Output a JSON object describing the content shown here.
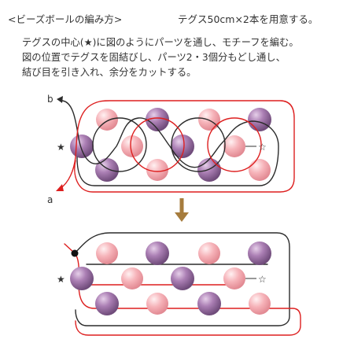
{
  "header": {
    "title": "<ビーズボールの編み方>",
    "spec": "テグス50cm×2本を用意する。"
  },
  "instructions": [
    "テグスの中心(★)に図のようにパーツを通し、モチーフを編む。",
    "図の位置でテグスを固結びし、パーツ2・3個分もどし通し、",
    "結び目を引き入れ、余分をカットする。"
  ],
  "labels": {
    "thread_b": "b",
    "thread_a": "a",
    "start_star": "★",
    "end_star": "☆"
  },
  "colors": {
    "red_thread": "#dd1f1f",
    "black_thread": "#2b2b2b",
    "purple_bead": "#9a6aa3",
    "pink_bead": "#f2a0a8",
    "arrow": "#a67c3d"
  }
}
